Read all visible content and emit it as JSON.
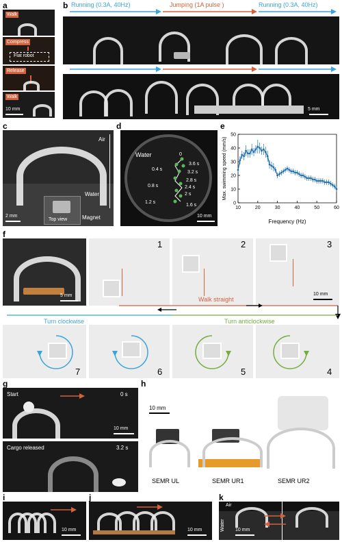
{
  "panels": {
    "a": {
      "letter": "a",
      "walk1": "Walk",
      "compress": "Compress",
      "flat_robot": "Flat robot",
      "release": "Release",
      "walk2": "Walk",
      "scale": "10 mm"
    },
    "b": {
      "letter": "b",
      "running1": "Running (0.3A, 40Hz)",
      "jumping": "Jumping (1A pulse )",
      "running2": "Running (0.3A, 40Hz)",
      "scale": "5 mm"
    },
    "c": {
      "letter": "c",
      "air": "Air",
      "water": "Water",
      "magnet": "Magnet",
      "top_view": "Top view",
      "scale": "2 mm"
    },
    "d": {
      "letter": "d",
      "water": "Water",
      "times": [
        "0",
        "0.4 s",
        "0.8 s",
        "1.2 s",
        "1.6 s",
        "2 s",
        "2.4 s",
        "2.8 s",
        "3.2 s",
        "3.6 s"
      ],
      "scale": "10 mm"
    },
    "e": {
      "letter": "e"
    },
    "f": {
      "letter": "f",
      "walk_straight": "Walk straight",
      "turn_cw": "Turn clockwise",
      "turn_acw": "Turn anticlockwise",
      "scale_left": "5 mm",
      "scale_right": "10 mm",
      "numbers": [
        "1",
        "2",
        "3",
        "4",
        "5",
        "6",
        "7"
      ]
    },
    "g": {
      "letter": "g",
      "start": "Start",
      "t0": "0 s",
      "scale": "10 mm",
      "cargo": "Cargo released",
      "t1": "3.2 s"
    },
    "h": {
      "letter": "h",
      "scale": "10 mm",
      "labels": [
        "SEMR UL",
        "SEMR UR1",
        "SEMR UR2"
      ]
    },
    "i": {
      "letter": "i",
      "scale": "10 mm"
    },
    "j": {
      "letter": "j",
      "scale": "10 mm"
    },
    "k": {
      "letter": "k",
      "air": "Air",
      "water": "Water",
      "scale": "10 mm"
    }
  },
  "colors": {
    "blue": "#3aa3dc",
    "orange": "#d3623e",
    "green": "#73ad3b",
    "black": "#000000",
    "line": "#1f6fb2"
  },
  "chart_data": {
    "type": "line",
    "title": "",
    "xlabel": "Frequency (Hz)",
    "ylabel": "Max. swimming speed (mm/s)",
    "xlim": [
      10,
      60
    ],
    "ylim": [
      0,
      50
    ],
    "xticks": [
      "10",
      "20",
      "30",
      "40",
      "50",
      "60"
    ],
    "yticks": [
      "0",
      "10",
      "20",
      "30",
      "40",
      "50"
    ],
    "grid": false,
    "series": [
      {
        "x": [
          10,
          11,
          12,
          13,
          14,
          15,
          16,
          17,
          18,
          19,
          20,
          21,
          22,
          23,
          24,
          25,
          26,
          27,
          28,
          29,
          30,
          31,
          32,
          33,
          34,
          35,
          36,
          37,
          38,
          39,
          40,
          41,
          42,
          43,
          44,
          45,
          46,
          47,
          48,
          49,
          50,
          51,
          52,
          53,
          54,
          55,
          56,
          57,
          58,
          59,
          60
        ],
        "values": [
          24,
          31,
          35,
          34,
          38,
          36,
          36,
          39,
          37,
          39,
          41,
          40,
          38,
          39,
          37,
          34,
          28,
          27,
          26,
          24,
          20,
          21,
          22,
          23,
          24,
          25,
          24,
          23,
          23,
          22,
          22,
          21,
          20,
          20,
          19,
          18,
          18,
          18,
          17,
          17,
          16,
          16,
          16,
          16,
          15,
          15,
          15,
          14,
          13,
          12,
          10
        ],
        "errors": [
          2,
          3,
          3,
          3,
          4,
          3,
          3,
          4,
          3,
          3,
          5,
          4,
          3,
          4,
          4,
          4,
          3,
          3,
          3,
          2,
          2,
          2,
          2,
          2,
          2,
          2,
          2,
          2,
          2,
          2,
          2,
          2,
          2,
          2,
          2,
          2,
          2,
          2,
          2,
          2,
          2,
          2,
          2,
          2,
          2,
          2,
          2,
          2,
          2,
          2,
          2
        ]
      }
    ]
  }
}
